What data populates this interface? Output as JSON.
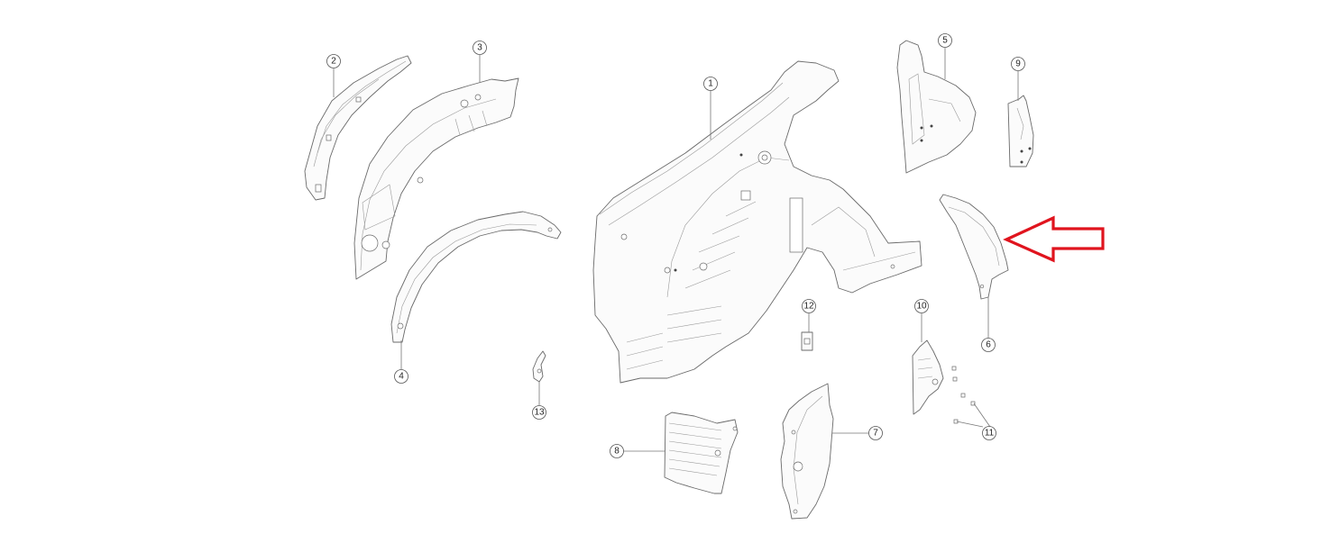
{
  "diagram": {
    "type": "exploded-parts-diagram",
    "callouts": [
      {
        "id": "1",
        "label": "1"
      },
      {
        "id": "2",
        "label": "2"
      },
      {
        "id": "3",
        "label": "3"
      },
      {
        "id": "4",
        "label": "4"
      },
      {
        "id": "5",
        "label": "5"
      },
      {
        "id": "6",
        "label": "6"
      },
      {
        "id": "7",
        "label": "7"
      },
      {
        "id": "8",
        "label": "8"
      },
      {
        "id": "9",
        "label": "9"
      },
      {
        "id": "10",
        "label": "10"
      },
      {
        "id": "11",
        "label": "11"
      },
      {
        "id": "12",
        "label": "12"
      },
      {
        "id": "13",
        "label": "13"
      }
    ],
    "highlight": {
      "target_part": "6",
      "color": "#e0141e",
      "icon": "arrow-left-icon"
    },
    "colors": {
      "line": "#6a6a6a",
      "background": "#ffffff"
    }
  }
}
